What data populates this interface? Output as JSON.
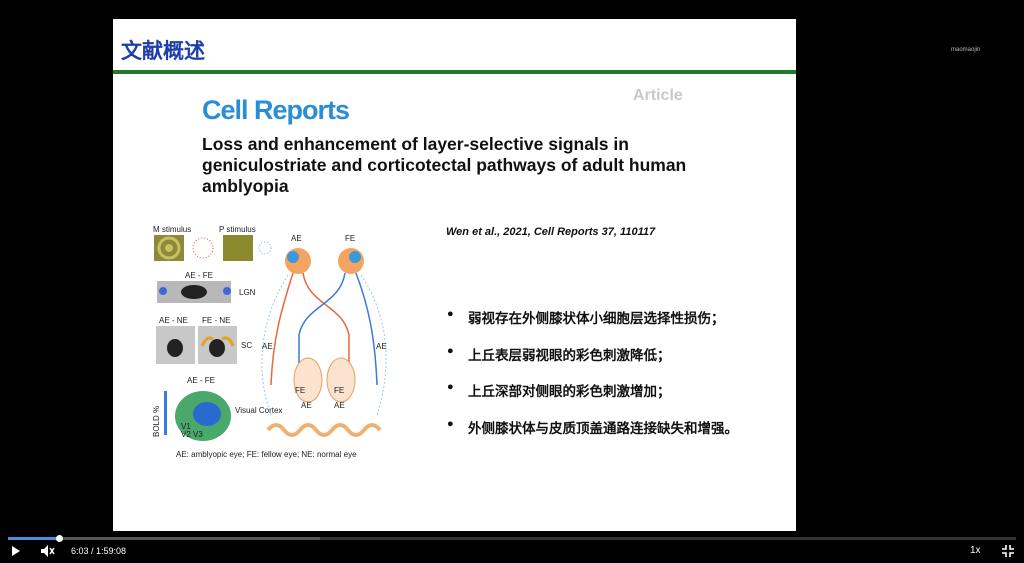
{
  "slide": {
    "title": "文献概述",
    "journal": "Cell Reports",
    "article_tag": "Article",
    "paper_title": "Loss and enhancement of layer-selective signals in geniculostriate and corticotectal pathways of adult human amblyopia",
    "citation": "Wen et al., 2021, Cell Reports 37, 110117",
    "bullets": [
      "弱视存在外侧膝状体小细胞层选择性损伤；",
      "上丘表层弱视眼的彩色刺激降低；",
      "上丘深部对侧眼的彩色刺激增加；",
      "外侧膝状体与皮质顶盖通路连接缺失和增强。"
    ],
    "bullet_marker": "•",
    "figure": {
      "m_stimulus": "M stimulus",
      "p_stimulus": "P stimulus",
      "ae_fe_top": "AE - FE",
      "lgn": "LGN",
      "ae_ne": "AE - NE",
      "fe_ne": "FE - NE",
      "sc": "SC",
      "ae_fe_bottom": "AE - FE",
      "bold": "BOLD %",
      "visual_cortex": "Visual Cortex",
      "v1": "V1",
      "v2": "V2",
      "v3": "V3",
      "ae_eye": "AE",
      "fe_eye": "FE",
      "ae_left": "AE",
      "ae_right": "AE",
      "fe_left": "FE",
      "fe_right": "FE",
      "ae_mid_left": "AE",
      "ae_mid_right": "AE",
      "legend": "AE: amblyopic eye; FE: fellow eye; NE: normal eye"
    }
  },
  "watermark": "maomaojin",
  "player": {
    "time": "6:03 / 1:59:08",
    "speed": "1x",
    "progress": 0.0507,
    "buffered": 0.31
  }
}
